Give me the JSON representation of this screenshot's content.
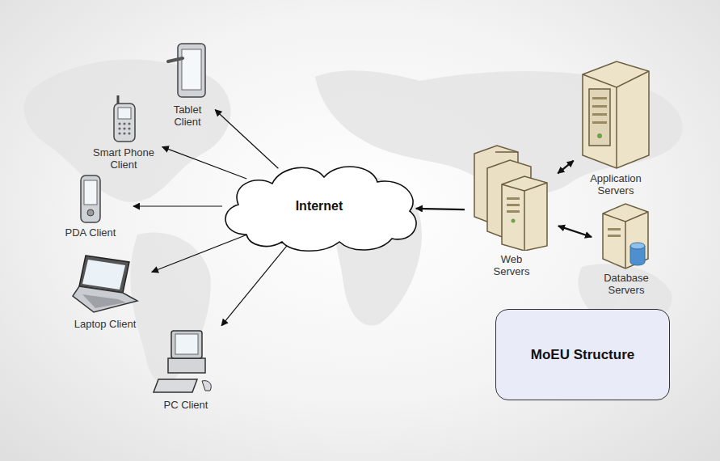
{
  "diagram": {
    "nodes": [
      {
        "text": [
          "Tablet Client"
        ]
      },
      {
        "text": [
          "Smart Phone Client"
        ]
      },
      {
        "text": [
          "PDA Client"
        ]
      },
      {
        "text": [
          "Laptop Client"
        ]
      },
      {
        "text": [
          "PC Client"
        ]
      },
      {
        "text": [
          "Internet"
        ]
      },
      {
        "text": [
          "Web Servers"
        ]
      },
      {
        "text": [
          "Application Servers"
        ]
      },
      {
        "text": [
          "Database Servers"
        ]
      },
      {
        "text": [
          "MoEU Structure"
        ]
      }
    ],
    "edges": [
      {
        "from": 5,
        "to": 0,
        "arrow": "to"
      },
      {
        "from": 5,
        "to": 1,
        "arrow": "to"
      },
      {
        "from": 5,
        "to": 2,
        "arrow": "to"
      },
      {
        "from": 5,
        "to": 3,
        "arrow": "to"
      },
      {
        "from": 5,
        "to": 4,
        "arrow": "to"
      },
      {
        "from": 6,
        "to": 5,
        "arrow": "to"
      },
      {
        "from": 6,
        "to": 7,
        "arrow": "both"
      },
      {
        "from": 6,
        "to": 8,
        "arrow": "both"
      }
    ]
  }
}
